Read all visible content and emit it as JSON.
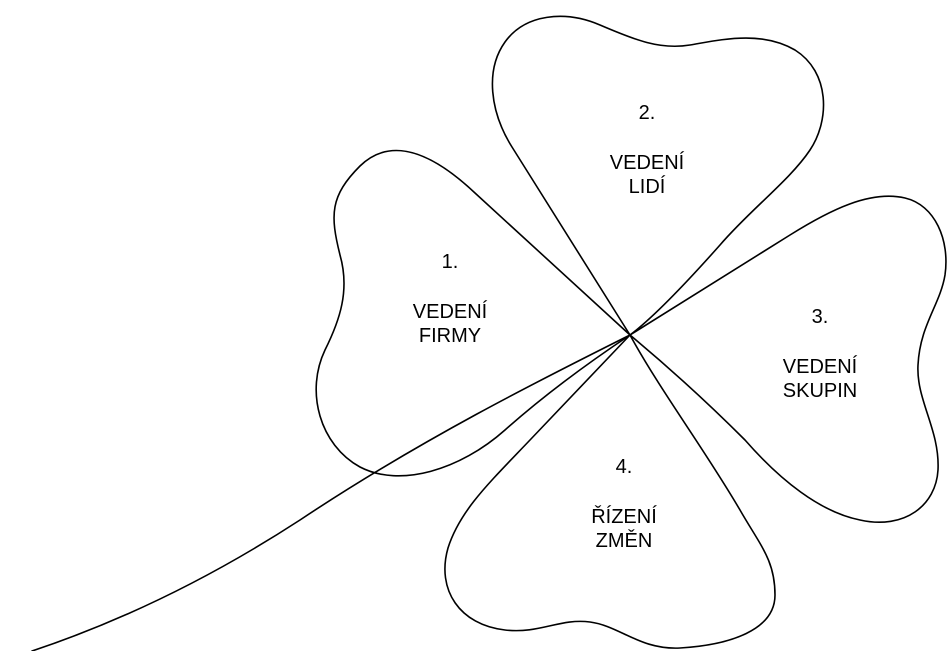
{
  "leaves": [
    {
      "number": "1.",
      "line1": "VEDENÍ",
      "line2": "FIRMY"
    },
    {
      "number": "2.",
      "line1": "VEDENÍ",
      "line2": "LIDÍ"
    },
    {
      "number": "3.",
      "line1": "VEDENÍ",
      "line2": "SKUPIN"
    },
    {
      "number": "4.",
      "line1": "ŘÍZENÍ",
      "line2": "ZMĚN"
    }
  ],
  "colors": {
    "line": "#000000",
    "background": "#ffffff"
  }
}
